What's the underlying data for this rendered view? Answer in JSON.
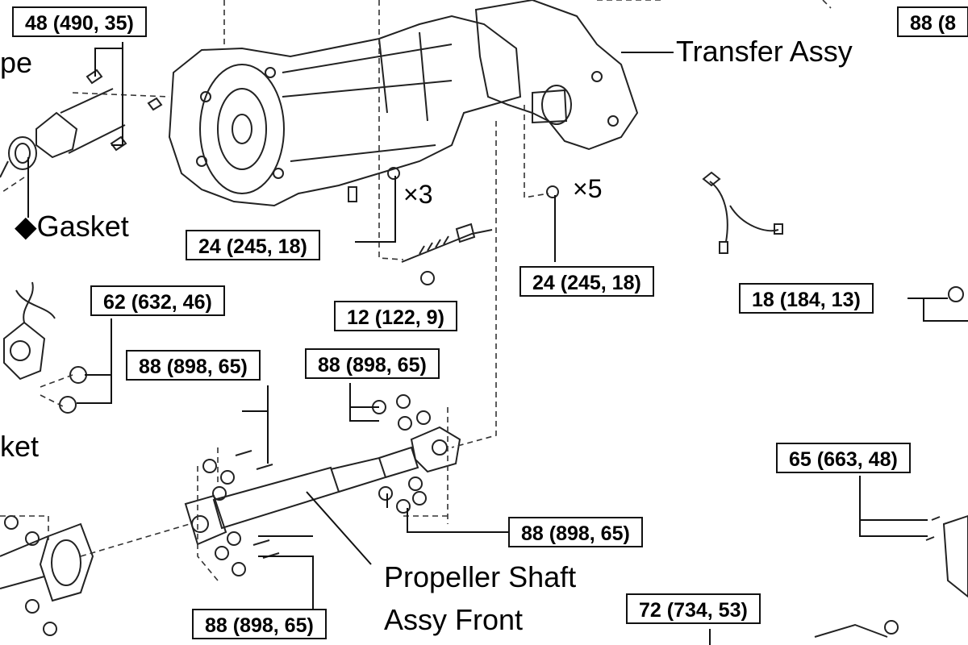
{
  "torque_specs": [
    {
      "id": "t48",
      "text": "48 (490, 35)"
    },
    {
      "id": "t88-top",
      "text": "88 (8"
    },
    {
      "id": "t24-a",
      "text": "24 (245, 18)"
    },
    {
      "id": "t24-b",
      "text": "24 (245, 18)"
    },
    {
      "id": "t18",
      "text": "18 (184, 13)"
    },
    {
      "id": "t62",
      "text": "62 (632, 46)"
    },
    {
      "id": "t12",
      "text": "12 (122, 9)"
    },
    {
      "id": "t88-a",
      "text": "88 (898, 65)"
    },
    {
      "id": "t88-b",
      "text": "88 (898, 65)"
    },
    {
      "id": "t88-c",
      "text": "88 (898, 65)"
    },
    {
      "id": "t65",
      "text": "65 (663, 48)"
    },
    {
      "id": "t88-d",
      "text": "88 (898, 65)"
    },
    {
      "id": "t72",
      "text": "72 (734, 53)"
    }
  ],
  "labels": {
    "transfer_assy": "Transfer Assy",
    "gasket": "◆Gasket",
    "pe_fragment": "pe",
    "ket_fragment": "ket",
    "propeller_line1": "Propeller Shaft",
    "propeller_line2": "Assy Front"
  },
  "multipliers": {
    "x3": "×3",
    "x5": "×5"
  }
}
